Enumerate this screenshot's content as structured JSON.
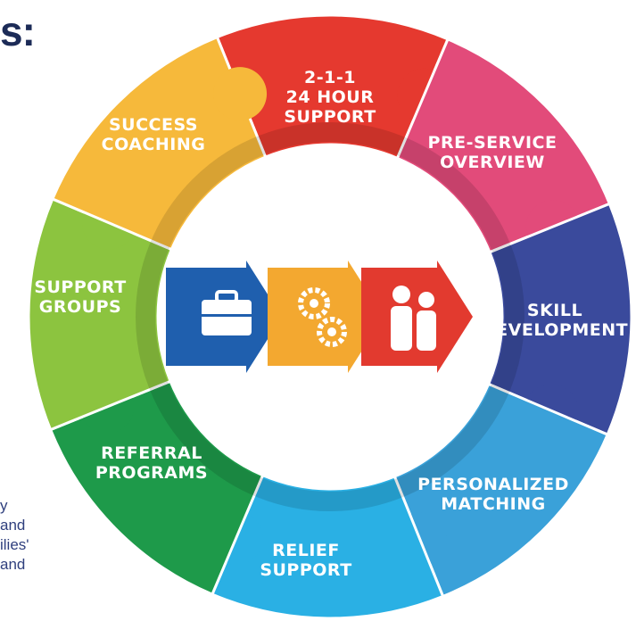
{
  "heading_fragment": "s:",
  "body_text_fragments": [
    "y",
    "and",
    "ilies'",
    "and"
  ],
  "center_graphic": {
    "arrows": [
      {
        "color": "#1f5fae",
        "icon": "briefcase-icon"
      },
      {
        "color": "#f3a830",
        "icon": "gears-icon"
      },
      {
        "color": "#e23a2f",
        "icon": "people-icon"
      }
    ]
  },
  "pieces": [
    {
      "id": "2-1-1",
      "lines": [
        "2-1-1",
        "24 HOUR",
        "SUPPORT"
      ],
      "color": "#e5392f"
    },
    {
      "id": "pre-service",
      "lines": [
        "PRE-SERVICE",
        "OVERVIEW"
      ],
      "color": "#e24b7a"
    },
    {
      "id": "skill",
      "lines": [
        "SKILL",
        "DEVELOPMENT"
      ],
      "color": "#3a4a9c"
    },
    {
      "id": "personalized",
      "lines": [
        "PERSONALIZED",
        "MATCHING"
      ],
      "color": "#3aa1d9"
    },
    {
      "id": "relief",
      "lines": [
        "RELIEF",
        "SUPPORT"
      ],
      "color": "#2ab0e4"
    },
    {
      "id": "referral",
      "lines": [
        "REFERRAL",
        "PROGRAMS"
      ],
      "color": "#1e9a4a"
    },
    {
      "id": "support-groups",
      "lines": [
        "SUPPORT",
        "GROUPS"
      ],
      "color": "#8cc43f"
    },
    {
      "id": "success",
      "lines": [
        "SUCCESS",
        "COACHING"
      ],
      "color": "#f6b93b"
    }
  ]
}
